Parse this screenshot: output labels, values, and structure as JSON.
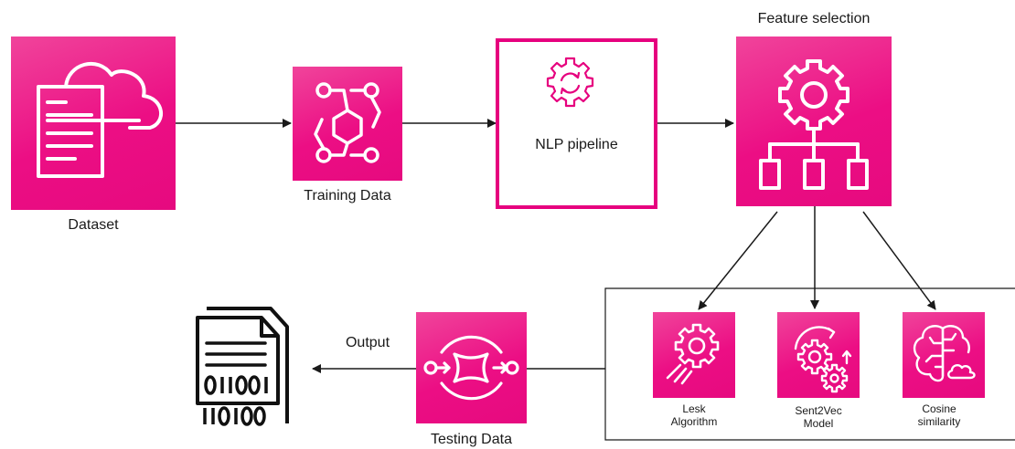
{
  "nodes": {
    "dataset": {
      "label": "Dataset",
      "icon": "cloud-document-icon"
    },
    "training": {
      "label": "Training Data",
      "icon": "hexagon-network-icon"
    },
    "nlp": {
      "label": "NLP pipeline",
      "icon": "gear-sync-icon"
    },
    "feature": {
      "label": "Feature selection",
      "icon": "gear-hierarchy-icon"
    },
    "lesk": {
      "label_line1": "Lesk",
      "label_line2": "Algorithm",
      "icon": "gear-speed-icon"
    },
    "sent2vec": {
      "label_line1": "Sent2Vec",
      "label_line2": "Model",
      "icon": "gears-cycle-icon"
    },
    "cosine": {
      "label_line1": "Cosine",
      "label_line2": "similarity",
      "icon": "brain-cloud-icon"
    },
    "testing": {
      "label": "Testing Data",
      "icon": "merge-arrows-icon"
    },
    "output": {
      "label": "Output",
      "icon": "binary-document-icon"
    }
  },
  "colors": {
    "node_fill": "#ec0e84",
    "node_border": "#e6007e",
    "icon_stroke": "#ffffff",
    "arrow": "#1a1a1a"
  }
}
